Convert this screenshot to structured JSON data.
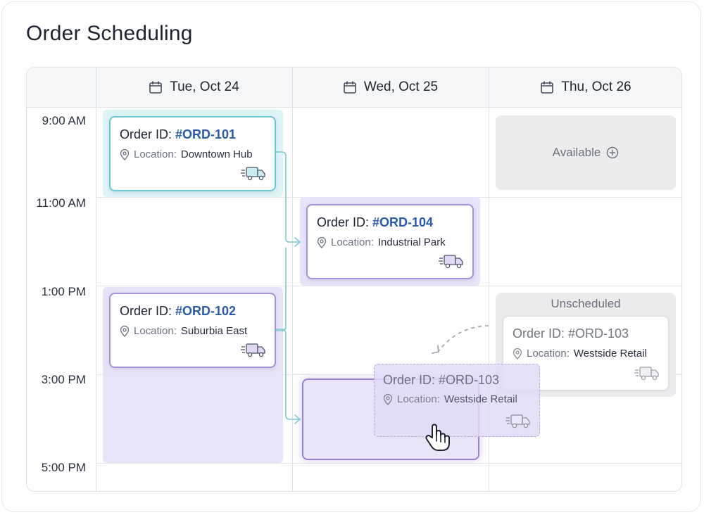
{
  "page": {
    "title": "Order Scheduling"
  },
  "days": [
    {
      "label": "Tue, Oct 24"
    },
    {
      "label": "Wed, Oct 25"
    },
    {
      "label": "Thu, Oct 26"
    }
  ],
  "times": [
    "9:00 AM",
    "11:00 AM",
    "1:00 PM",
    "3:00 PM",
    "5:00 PM"
  ],
  "orders": [
    {
      "prefix": "Order ID: ",
      "id": "#ORD-101",
      "location_label": "Location:",
      "location": "Downtown Hub",
      "state": "scheduled",
      "accent": "#6cc7d6"
    },
    {
      "prefix": "Order ID: ",
      "id": "#ORD-104",
      "location_label": "Location:",
      "location": "Industrial Park",
      "state": "scheduled",
      "accent": "#a693da"
    },
    {
      "prefix": "Order ID: ",
      "id": "#ORD-102",
      "location_label": "Location:",
      "location": "Suburbia East",
      "state": "scheduled",
      "accent": "#a693da"
    },
    {
      "prefix": "Order ID: ",
      "id": "#ORD-103",
      "location_label": "Location:",
      "location": "Westside Retail",
      "state": "unscheduled"
    }
  ],
  "available": {
    "label": "Available"
  },
  "unscheduled": {
    "label": "Unscheduled"
  },
  "dragging": {
    "title": "Order ID: #ORD-103",
    "location_label": "Location:",
    "location": "Westside Retail"
  },
  "icons": {
    "calendar": "calendar-icon",
    "location": "location-pin-icon",
    "truck": "delivery-truck-icon",
    "add": "plus-circle-icon",
    "cursor": "hand-cursor-icon"
  },
  "colors": {
    "id_blue": "#2a5aa8",
    "cyan_accent": "#6cc7d6",
    "purple_accent": "#a693da",
    "purple_fill": "#e9e3f8",
    "cyan_fill": "#dff4f7",
    "gray_fill": "#ececee"
  }
}
